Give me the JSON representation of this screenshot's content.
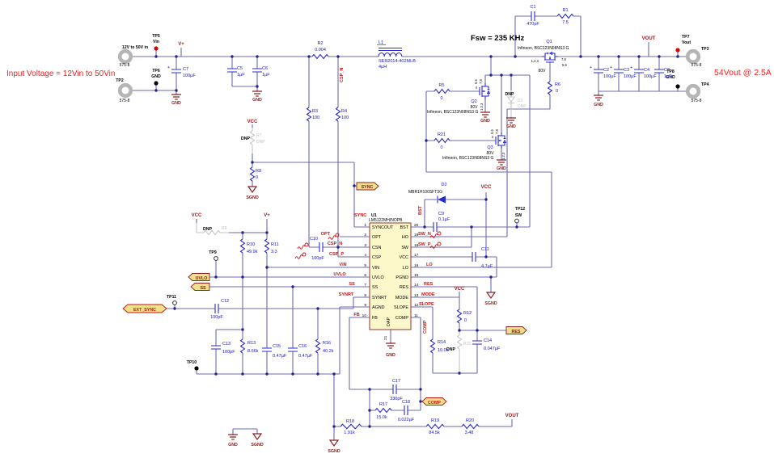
{
  "annotations": {
    "input_note": "Input Voltage = 12Vin to 50Vin",
    "output_note": "54Vout @ 2.5A",
    "fsw_note": "Fsw = 235 KHz"
  },
  "power_flags": {
    "vplus": "V+",
    "vcc": "VCC",
    "vout": "VOUT",
    "gnd": "GND",
    "sgnd": "SGND"
  },
  "connectors": {
    "input_name": "12V to 50V in",
    "part_number": "575-8",
    "tp2": "TP2",
    "tp3": "TP3",
    "tp4": "TP4"
  },
  "test_points": {
    "tp5": {
      "ref": "TP5",
      "net": "Vin"
    },
    "tp6": {
      "ref": "TP6",
      "net": "GND"
    },
    "tp7": {
      "ref": "TP7",
      "net": "Vout"
    },
    "tp8": {
      "ref": "TP8",
      "net": "GND"
    },
    "tp9": {
      "ref": "TP9"
    },
    "tp10": {
      "ref": "TP10"
    },
    "tp11": {
      "ref": "TP11"
    },
    "tp12": {
      "ref": "TP12",
      "net": "SW"
    }
  },
  "net_labels": {
    "sync": "SYNC",
    "ext_sync": "EXT_SYNC",
    "uvlo": "UVLO",
    "ss": "SS",
    "res": "RES",
    "comp": "COMP",
    "opt": "OPT",
    "csp_n": "CSP_N",
    "csp_p": "CSP_P",
    "vin": "VIN",
    "synrt": "SYNRT",
    "fb": "FB",
    "sw_n": "SW_N",
    "sw_p": "SW_P",
    "lo": "LO",
    "mode": "MODE",
    "slope": "SLOPE",
    "bst": "BST"
  },
  "flags": {
    "dnp": "DNP",
    "plus": "+"
  },
  "ghosts": {
    "R7": {
      "ref": "R7",
      "note": "DNP"
    },
    "R9": {
      "ref": "R9",
      "note": "DNP"
    },
    "R15": {
      "ref": "R15",
      "note": "DNP"
    },
    "D1": {
      "ref": "D1",
      "note": "DNP"
    }
  },
  "components": {
    "R1": {
      "ref": "R1",
      "value": "7.5"
    },
    "R2": {
      "ref": "R2",
      "value": "0.004"
    },
    "R3": {
      "ref": "R3",
      "value": "100"
    },
    "R4": {
      "ref": "R4",
      "value": "100"
    },
    "R5": {
      "ref": "R5",
      "value": "0"
    },
    "R6": {
      "ref": "R6",
      "value": "0"
    },
    "R8": {
      "ref": "R8",
      "value": "0"
    },
    "R10": {
      "ref": "R10",
      "value": "49.9k"
    },
    "R11": {
      "ref": "R11",
      "value": "3.3"
    },
    "R12": {
      "ref": "R12",
      "value": "0"
    },
    "R13": {
      "ref": "R13",
      "value": "8.66k"
    },
    "R14": {
      "ref": "R14",
      "value": "10.0k"
    },
    "R16": {
      "ref": "R16",
      "value": "40.2k"
    },
    "R17": {
      "ref": "R17",
      "value": "15.0k"
    },
    "R18": {
      "ref": "R18",
      "value": "1.91k"
    },
    "R19": {
      "ref": "R19",
      "value": "84.5k"
    },
    "R20": {
      "ref": "R20",
      "value": "3.48"
    },
    "R21": {
      "ref": "R21",
      "value": "0"
    },
    "C1": {
      "ref": "C1",
      "value": "470pF"
    },
    "C2": {
      "ref": "C2",
      "value": "100µF"
    },
    "C3": {
      "ref": "C3",
      "value": "100µF"
    },
    "C4": {
      "ref": "C4",
      "value": "100µF"
    },
    "C5": {
      "ref": "C5",
      "value": "1µF"
    },
    "C6": {
      "ref": "C6",
      "value": "1µF"
    },
    "C7": {
      "ref": "C7",
      "value": "100µF"
    },
    "C8": {
      "ref": "C8",
      "value": "1µF"
    },
    "C9": {
      "ref": "C9",
      "value": "0.1µF"
    },
    "C10": {
      "ref": "C10",
      "value": "100pF"
    },
    "C11": {
      "ref": "C11",
      "value": "4.7µF"
    },
    "C12": {
      "ref": "C12",
      "value": "100pF"
    },
    "C13": {
      "ref": "C13",
      "value": "100pF"
    },
    "C14": {
      "ref": "C14",
      "value": "0.047µF"
    },
    "C15": {
      "ref": "C15",
      "value": "0.47µF"
    },
    "C16": {
      "ref": "C16",
      "value": "0.47µF"
    },
    "C17": {
      "ref": "C17",
      "value": "330pF"
    },
    "C18": {
      "ref": "C18",
      "value": "0.022µF"
    },
    "L1": {
      "ref": "L1",
      "part": "SER2014-402MLB",
      "value": "4µH"
    },
    "D2": {
      "ref": "D2",
      "part": "MBR1H100SFT3G"
    },
    "Q1": {
      "ref": "Q1",
      "part": "Infineon, BSC123N08NS3 G",
      "rating": "80V",
      "pins": {
        "s": "1,2,3",
        "dt": "7,8",
        "db": "5,6",
        "g": "4"
      }
    },
    "Q2": {
      "ref": "Q2",
      "part": "Infineon, BSC123N08NS3 G",
      "rating": "80V",
      "pins": {
        "s": "1,2,3",
        "dt": "7,8",
        "db": "5,6",
        "g": "4"
      }
    },
    "Q3": {
      "ref": "Q3",
      "part": "Infineon, BSC123N08NS3 G",
      "rating": "80V",
      "pins": {
        "s": "1,2,3",
        "dt": "7,8",
        "db": "5,6",
        "g": "4"
      }
    },
    "U1": {
      "ref": "U1",
      "part": "LM5122MH/NOPB",
      "dap": "DAP",
      "dap_pin": "21",
      "pins_left": [
        {
          "num": "1",
          "name": "SYNCOUT"
        },
        {
          "num": "2",
          "name": "OPT"
        },
        {
          "num": "3",
          "name": "CSN"
        },
        {
          "num": "4",
          "name": "CSP"
        },
        {
          "num": "5",
          "name": "VIN"
        },
        {
          "num": "6",
          "name": "UVLO"
        },
        {
          "num": "7",
          "name": "SS"
        },
        {
          "num": "8",
          "name": "SYNRT"
        },
        {
          "num": "9",
          "name": "AGND"
        },
        {
          "num": "10",
          "name": "FB"
        }
      ],
      "pins_right": [
        {
          "num": "20",
          "name": "BST"
        },
        {
          "num": "19",
          "name": "HO"
        },
        {
          "num": "18",
          "name": "SW"
        },
        {
          "num": "17",
          "name": "VCC"
        },
        {
          "num": "16",
          "name": "LO"
        },
        {
          "num": "15",
          "name": "PGND"
        },
        {
          "num": "14",
          "name": "RES"
        },
        {
          "num": "13",
          "name": "MODE"
        },
        {
          "num": "12",
          "name": "SLOPE"
        },
        {
          "num": "11",
          "name": "COMP"
        }
      ]
    }
  }
}
